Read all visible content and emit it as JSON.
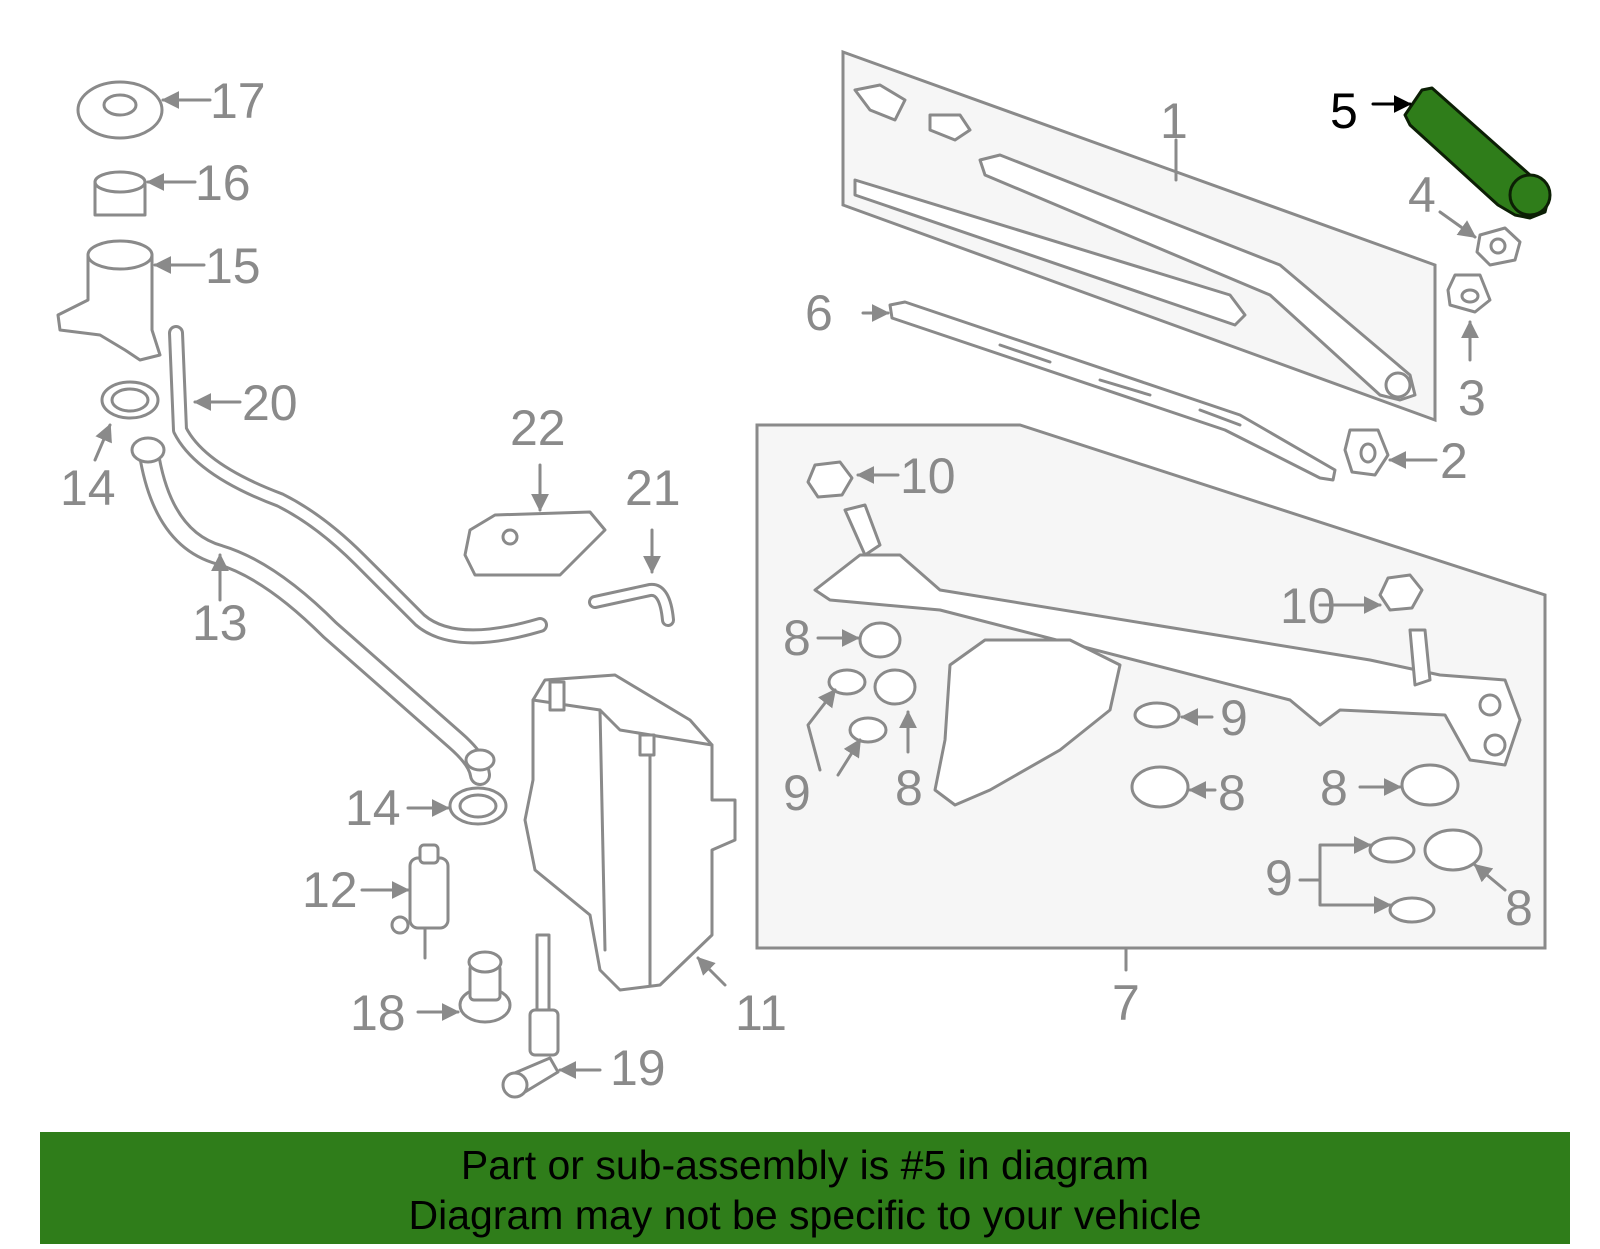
{
  "highlight_part": "5",
  "colors": {
    "highlight": "#2f7d1a",
    "banner": "#2f7d1a",
    "parts": "#8a8a8a",
    "assembly_box": "#f6f6f6"
  },
  "labels": {
    "p1": "1",
    "p2": "2",
    "p3": "3",
    "p4": "4",
    "p5": "5",
    "p6": "6",
    "p7": "7",
    "p8a": "8",
    "p8b": "8",
    "p8c": "8",
    "p8d": "8",
    "p8e": "8",
    "p9a": "9",
    "p9b": "9",
    "p9c": "9",
    "p10a": "10",
    "p10b": "10",
    "p11": "11",
    "p12": "12",
    "p13": "13",
    "p14a": "14",
    "p14b": "14",
    "p15": "15",
    "p16": "16",
    "p17": "17",
    "p18": "18",
    "p19": "19",
    "p20": "20",
    "p21": "21",
    "p22": "22"
  },
  "banner": {
    "line1": "Part or sub-assembly is #5 in diagram",
    "line2": "Diagram may not be specific to your vehicle"
  }
}
